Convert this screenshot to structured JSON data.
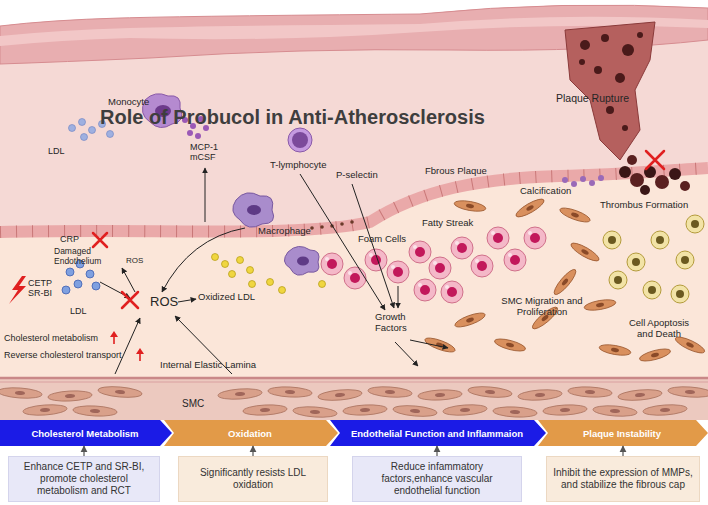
{
  "diagram": {
    "title": "Role of Probucol in Anti-Atherosclerosis",
    "nodes": [
      {
        "text": [
          "Cholesterol Metabolism"
        ]
      },
      {
        "text": [
          "Oxidation"
        ]
      },
      {
        "text": [
          "Endothelial Function and Inflammaion"
        ]
      },
      {
        "text": [
          "Plaque Instability"
        ]
      },
      {
        "text": [
          "Enhance CETP and SR-BI, promote cholesterol metabolism and RCT"
        ]
      },
      {
        "text": [
          "Significantly resists LDL oxidation"
        ]
      },
      {
        "text": [
          "Reduce infammatory factors,enhance vascular endothelial function"
        ]
      },
      {
        "text": [
          "Inhibit the expression of MMPs, and stabilize the fibrous cap"
        ]
      }
    ],
    "edges": [
      {
        "from": 4,
        "to": 0,
        "arrow": "to"
      },
      {
        "from": 5,
        "to": 1,
        "arrow": "to"
      },
      {
        "from": 6,
        "to": 2,
        "arrow": "to"
      },
      {
        "from": 7,
        "to": 3,
        "arrow": "to"
      }
    ],
    "labels": [
      "Monocyte",
      "MCP-1 mCSF",
      "LDL",
      "T-lymphocyte",
      "P-selectin",
      "CRP",
      "Damaged Endothelium",
      "ROS",
      "Macrophage",
      "CETP SR-BI",
      "LDL",
      "ROS",
      "Oxidized LDL",
      "Cholesterol metabolism",
      "Reverse cholesterol transport",
      "Internal Elastic Lamina",
      "Growth Factors",
      "Foam Cells",
      "Fatty Streak",
      "Fbrous Plaque",
      "Plaque Rupture",
      "Calcification",
      "Thrombus Formation",
      "SMC Migration and Proliferation",
      "Cell Apoptosis and Death",
      "SMC"
    ]
  }
}
